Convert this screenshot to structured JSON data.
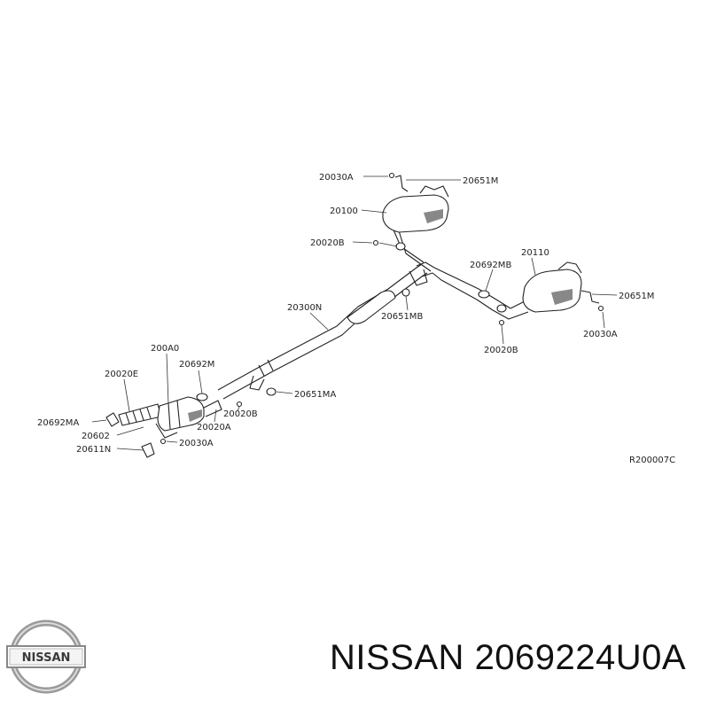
{
  "diagram": {
    "labels": [
      "20030A",
      "20651M",
      "20100",
      "20020B",
      "20110",
      "20692MB",
      "20651M",
      "20300N",
      "20651MB",
      "20030A",
      "20020B",
      "200A0",
      "20692M",
      "20020E",
      "20651MA",
      "20020B",
      "20692MA",
      "20020A",
      "20602",
      "20030A",
      "20611N",
      "R200007C"
    ]
  },
  "logo": {
    "text": "NISSAN"
  },
  "caption": {
    "brand": "NISSAN",
    "part_number": "2069224U0A"
  }
}
